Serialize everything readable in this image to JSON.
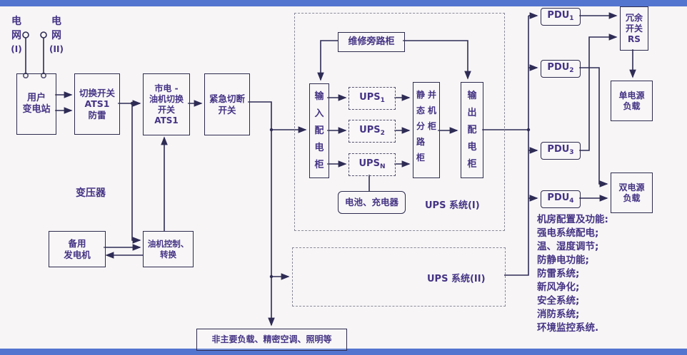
{
  "colors": {
    "ink": "#443384",
    "line": "#2e2c55",
    "band": "#5374cf",
    "paper": "#f7f5f6"
  },
  "sources": [
    {
      "name": "电网",
      "num": "(I)"
    },
    {
      "name": "电网",
      "num": "(II)"
    }
  ],
  "boxes": {
    "substation": {
      "l1": "用户",
      "l2": "变电站"
    },
    "ats1": {
      "l1": "切换开关",
      "l2": "ATS1",
      "l3": "防雷"
    },
    "ats2": {
      "l1": "市电 -",
      "l2": "油机切换",
      "l3": "开关",
      "l4": "ATS1"
    },
    "emergency": {
      "l1": "紧急切断",
      "l2": "开关"
    },
    "generator": {
      "l1": "备用",
      "l2": "发电机"
    },
    "gen_control": {
      "l1": "油机控制、",
      "l2": "转换"
    },
    "bypass": "维修旁路柜",
    "input_cab": "输入配电柜",
    "output_cab": "输出配电柜",
    "static_cab": {
      "col1": "静态分路柜",
      "col2": "并机柜"
    },
    "battery": "电池、充电器",
    "rs": {
      "l1": "冗余",
      "l2": "开关",
      "l3": "RS"
    },
    "single_load": {
      "l1": "单电源",
      "l2": "负载"
    },
    "dual_load": {
      "l1": "双电源",
      "l2": "负载"
    },
    "bottom_load": "非主要负载、精密空调、照明等"
  },
  "labels": {
    "transformer": "变压器",
    "ups_sys1": "UPS 系统(I)",
    "ups_sys2": "UPS 系统(II)"
  },
  "ups_units": [
    {
      "base": "UPS",
      "sub": "1"
    },
    {
      "base": "UPS",
      "sub": "2"
    },
    {
      "base": "UPS",
      "sub": "N"
    }
  ],
  "pdus": [
    {
      "base": "PDU",
      "sub": "1"
    },
    {
      "base": "PDU",
      "sub": "2"
    },
    {
      "base": "PDU",
      "sub": "3"
    },
    {
      "base": "PDU",
      "sub": "4"
    }
  ],
  "features": {
    "title": "机房配置及功能:",
    "items": [
      "强电系统配电;",
      "温、湿度调节;",
      "防静电功能;",
      "防雷系统;",
      "新风净化;",
      "安全系统;",
      "消防系统;",
      "环境监控系统."
    ]
  }
}
